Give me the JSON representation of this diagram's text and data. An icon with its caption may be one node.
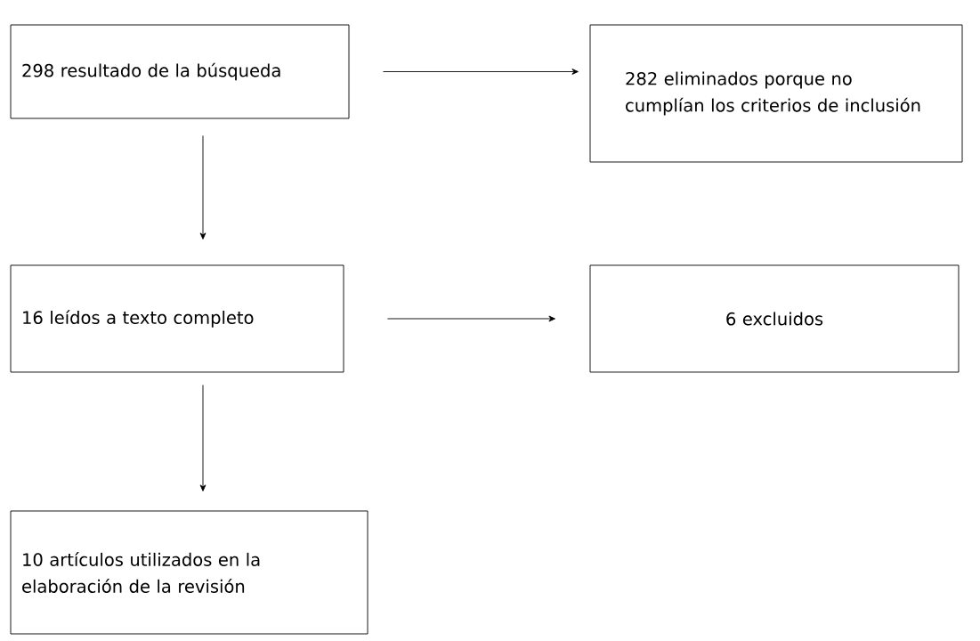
{
  "diagram": {
    "nodes": [
      {
        "text": [
          "298 resultado de la búsqueda"
        ]
      },
      {
        "text": [
          "282 eliminados porque no cumplían los criterios de inclusión"
        ]
      },
      {
        "text": [
          "16 leídos a texto completo"
        ]
      },
      {
        "text": [
          "6 excluidos"
        ]
      },
      {
        "text": [
          "10 artículos utilizados en la elaboración de la revisión"
        ]
      }
    ],
    "edges": [
      {
        "from": 0,
        "to": 1,
        "arrow": "to"
      },
      {
        "from": 0,
        "to": 2,
        "arrow": "to"
      },
      {
        "from": 2,
        "to": 3,
        "arrow": "to"
      },
      {
        "from": 2,
        "to": 4,
        "arrow": "to"
      }
    ]
  }
}
